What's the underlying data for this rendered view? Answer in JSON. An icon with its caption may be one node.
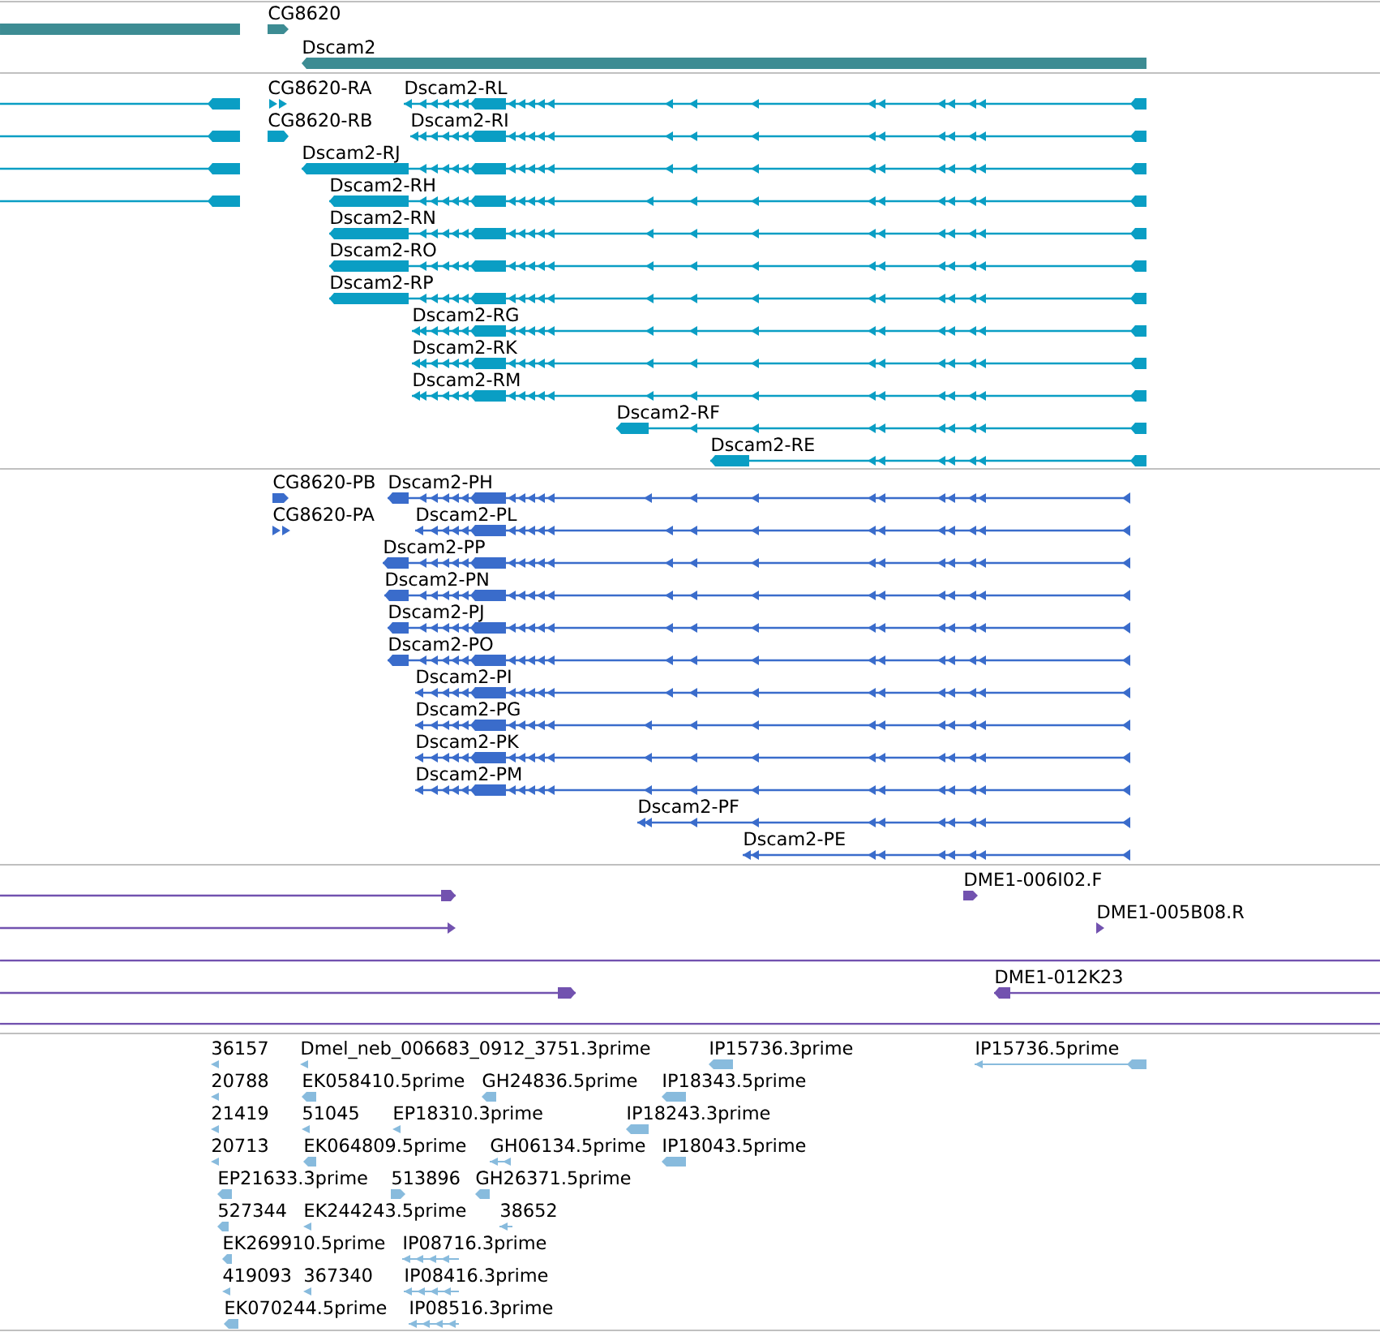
{
  "diagram": {
    "labels": [
      "CG8620",
      "Dscam2",
      "CG8620-RA",
      "Dscam2-RL",
      "CG8620-RB",
      "Dscam2-RI",
      "Dscam2-RJ",
      "Dscam2-RH",
      "Dscam2-RN",
      "Dscam2-RO",
      "Dscam2-RP",
      "Dscam2-RG",
      "Dscam2-RK",
      "Dscam2-RM",
      "Dscam2-RF",
      "Dscam2-RE",
      "CG8620-PB",
      "Dscam2-PH",
      "CG8620-PA",
      "Dscam2-PL",
      "Dscam2-PP",
      "Dscam2-PN",
      "Dscam2-PJ",
      "Dscam2-PO",
      "Dscam2-PI",
      "Dscam2-PG",
      "Dscam2-PK",
      "Dscam2-PM",
      "Dscam2-PF",
      "Dscam2-PE",
      "DME1-006I02.F",
      "DME1-005B08.R",
      "DME1-012K23",
      "36157",
      "Dmel_neb_006683_0912_3751.3prime",
      "IP15736.3prime",
      "IP15736.5prime",
      "20788",
      "EK058410.5prime",
      "GH24836.5prime",
      "IP18343.5prime",
      "21419",
      "51045",
      "EP18310.3prime",
      "IP18243.3prime",
      "20713",
      "EK064809.5prime",
      "GH06134.5prime",
      "IP18043.5prime",
      "EP21633.3prime",
      "513896",
      "GH26371.5prime",
      "527344",
      "EK244243.5prime",
      "38652",
      "EK269910.5prime",
      "IP08716.3prime",
      "419093",
      "367340",
      "IP08416.3prime",
      "EK070244.5prime",
      "IP08516.3prime"
    ]
  }
}
